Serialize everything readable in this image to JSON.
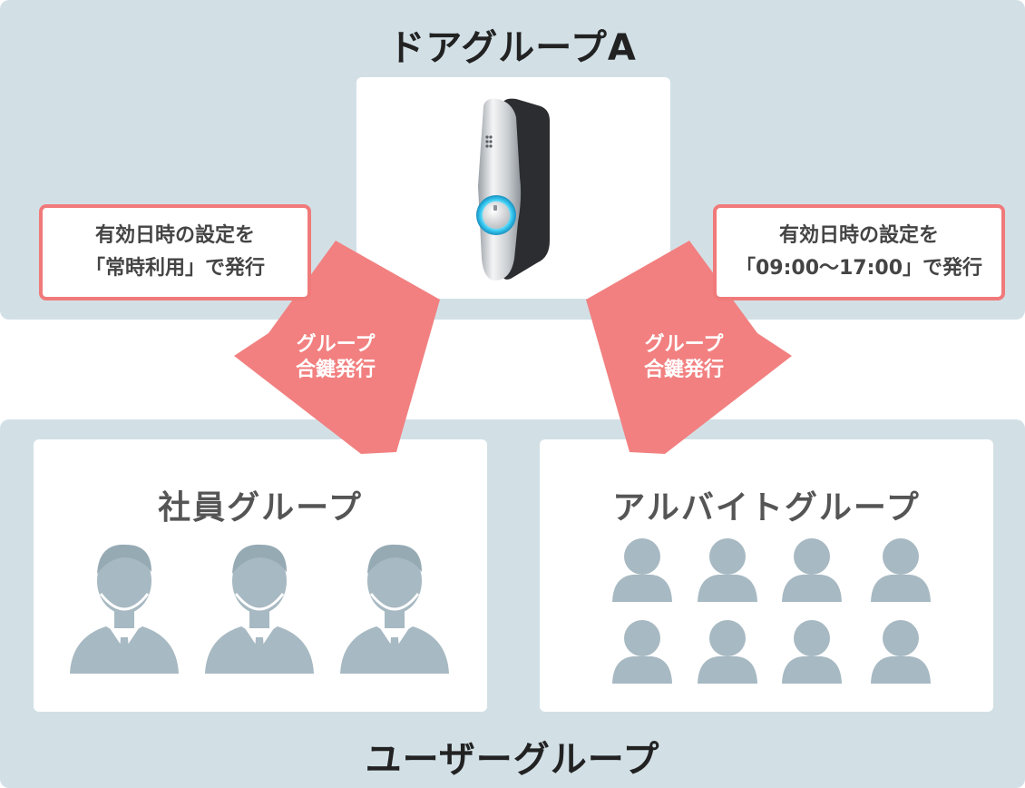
{
  "door_group": {
    "title": "ドアグループA"
  },
  "user_group": {
    "title": "ユーザーグループ"
  },
  "callout_left": {
    "line1": "有効日時の設定を",
    "line2": "「常時利用」で発行"
  },
  "callout_right": {
    "line1": "有効日時の設定を",
    "line2": "「09:00〜17:00」で発行"
  },
  "arrow_left": {
    "line1": "グループ",
    "line2": "合鍵発行"
  },
  "arrow_right": {
    "line1": "グループ",
    "line2": "合鍵発行"
  },
  "employee_group": {
    "title": "社員グループ",
    "member_count": 3
  },
  "parttime_group": {
    "title": "アルバイトグループ",
    "member_count": 8
  },
  "colors": {
    "panel": "#d2e0e6",
    "arrow": "#f28080",
    "callout_border": "#f07a7a",
    "person": "#a7b9c2"
  },
  "icons": {
    "device": "smart-lock-device-icon",
    "employee": "businessman-icon",
    "parttime": "person-icon"
  }
}
